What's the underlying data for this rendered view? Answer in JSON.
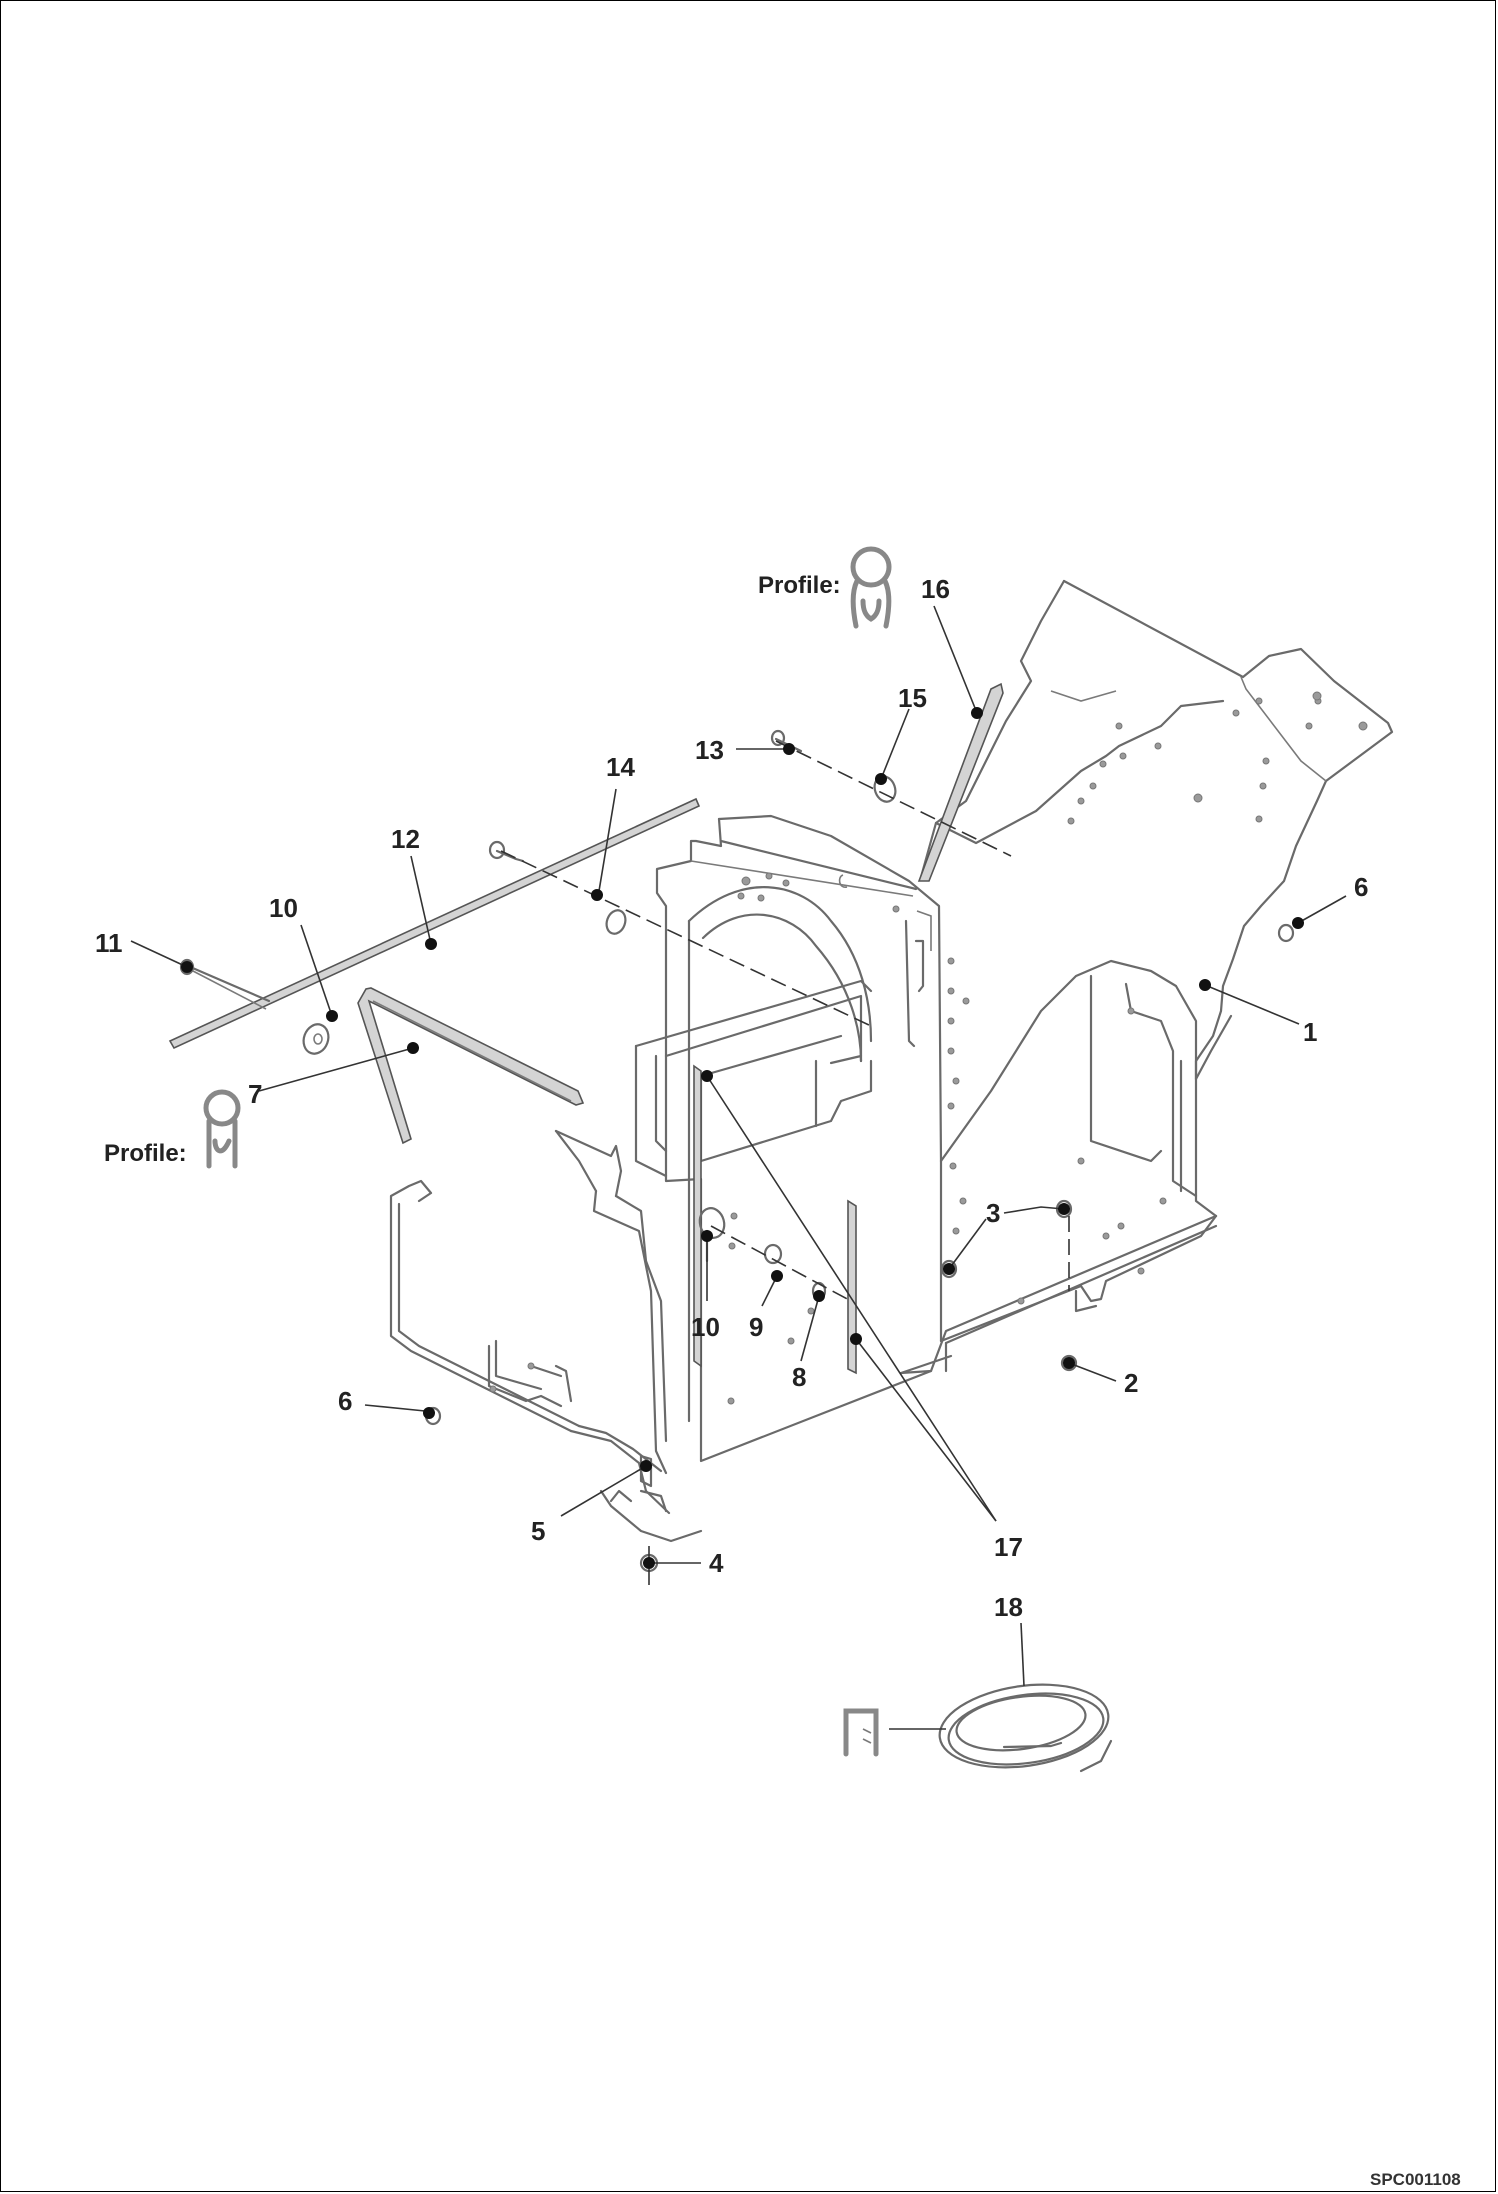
{
  "drawing": {
    "reference_code": "SPC001108",
    "profile_label": "Profile:",
    "callouts": [
      "1",
      "2",
      "3",
      "4",
      "5",
      "6",
      "6",
      "7",
      "8",
      "9",
      "10",
      "10",
      "11",
      "12",
      "13",
      "14",
      "15",
      "16",
      "17",
      "18"
    ]
  }
}
